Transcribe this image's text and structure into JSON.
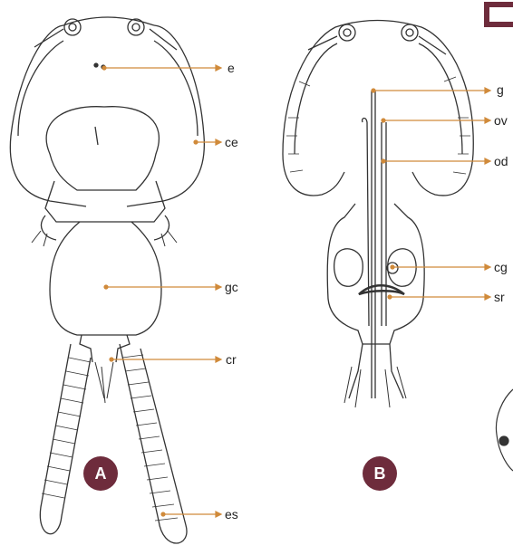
{
  "panels": {
    "a": {
      "badge": "A"
    },
    "b": {
      "badge": "B"
    }
  },
  "labels_a": {
    "e": "e",
    "ce": "ce",
    "gc": "gc",
    "cr": "cr",
    "es": "es"
  },
  "labels_b": {
    "g": "g",
    "ov": "ov",
    "od": "od",
    "cg": "cg",
    "sr": "sr"
  },
  "colors": {
    "leader": "#d08a3a",
    "badge": "#6e2c3c",
    "corner_mark": "#6e2c3c",
    "ink": "#333333"
  }
}
